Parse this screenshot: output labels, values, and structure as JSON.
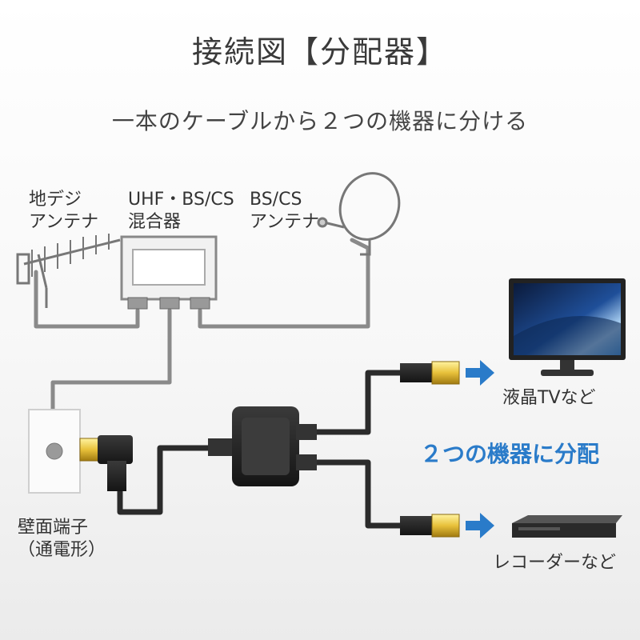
{
  "title": "接続図【分配器】",
  "subtitle": "一本のケーブルから２つの機器に分ける",
  "labels": {
    "terrestrial_antenna": [
      "地デジ",
      "アンテナ"
    ],
    "mixer": [
      "UHF・BS/CS",
      "混合器"
    ],
    "bs_cs_antenna": [
      "BS/CS",
      "アンテナ"
    ],
    "wall_outlet": [
      "壁面端子",
      "（通電形）"
    ],
    "tv": "液晶TVなど",
    "recorder": "レコーダーなど"
  },
  "emphasis": "２つの機器に分配",
  "colors": {
    "accent_blue": "#2a7bc9",
    "connector_gold": "#e8c13a",
    "cable_grey": "#8a8a8a",
    "cable_black": "#2b2b2b"
  },
  "icons": [
    "uhf-antenna-icon",
    "mixer-icon",
    "satellite-dish-icon",
    "wall-outlet-icon",
    "splitter-icon",
    "tv-icon",
    "recorder-icon",
    "arrow-right-icon"
  ]
}
